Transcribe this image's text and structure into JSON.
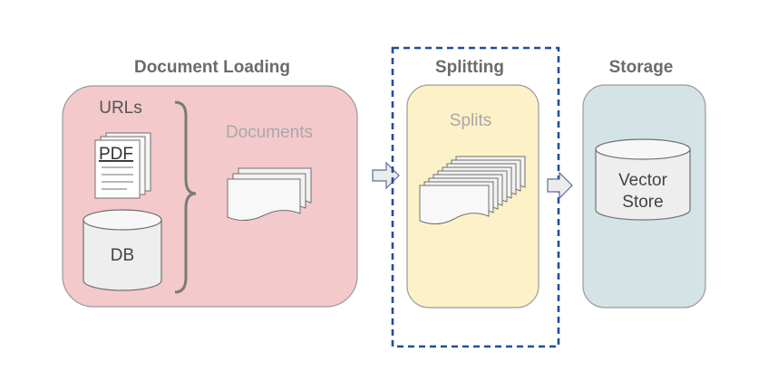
{
  "sections": {
    "document_loading": {
      "title": "Document Loading"
    },
    "splitting": {
      "title": "Splitting"
    },
    "storage": {
      "title": "Storage"
    }
  },
  "sources": {
    "urls": "URLs",
    "pdf": "PDF",
    "db": "DB"
  },
  "documents_label": "Documents",
  "splits_label": "Splits",
  "vector_store": {
    "line1": "Vector",
    "line2": "Store"
  },
  "colors": {
    "loading_fill": "#f3c9cc",
    "splitting_fill": "#fdf1c8",
    "storage_fill": "#d3e3e6",
    "box_stroke": "#8c8c8c",
    "highlight_dash": "#1f4e9a",
    "arrow_fill": "#ececec"
  }
}
